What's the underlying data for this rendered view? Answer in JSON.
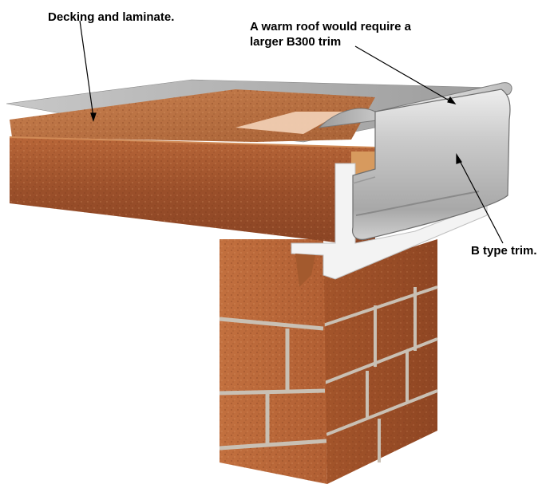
{
  "labels": {
    "decking": "Decking and laminate.",
    "warm_roof_line1": "A warm roof would require a",
    "warm_roof_line2": "larger B300 trim",
    "b_type": "B type trim."
  },
  "colors": {
    "deck_face": "#a0562f",
    "deck_top": "#c47a4a",
    "membrane": "#b4b4b4",
    "trim": "#c8c8c8",
    "insulation": "#f2f2f2",
    "brick": "#b56538",
    "mortar": "#c9c0b4"
  }
}
